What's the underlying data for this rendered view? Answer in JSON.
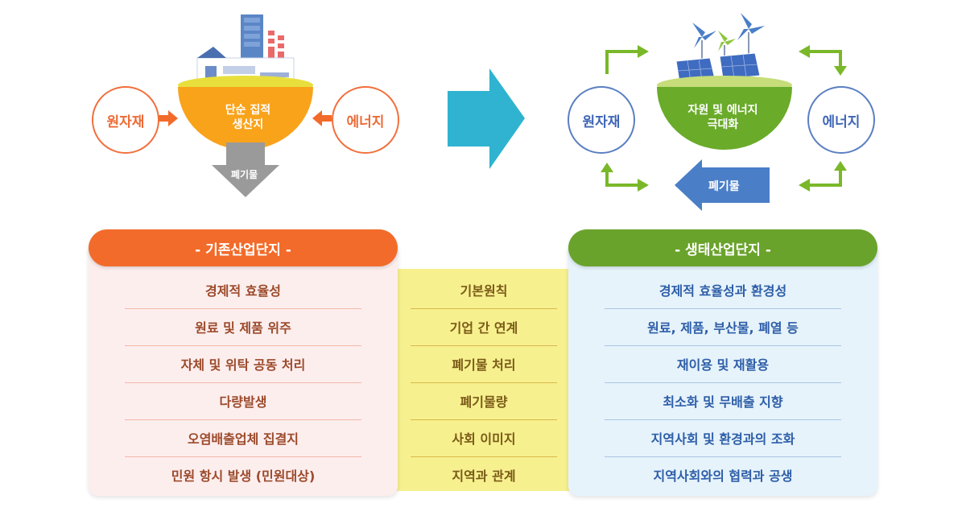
{
  "left_diagram": {
    "raw_material": "원자재",
    "energy": "에너지",
    "bowl_label_line1": "단순 집적",
    "bowl_label_line2": "생산지",
    "waste": "폐기물"
  },
  "right_diagram": {
    "raw_material": "원자재",
    "energy": "에너지",
    "bowl_label_line1": "자원 및 에너지",
    "bowl_label_line2": "극대화",
    "waste": "폐기물"
  },
  "left_panel": {
    "title": "- 기존산업단지 -",
    "rows": [
      "경제적 효율성",
      "원료 및 제품 위주",
      "자체 및 위탁 공동 처리",
      "다량발생",
      "오염배출업체 집결지",
      "민원 항시 발생 (민원대상)"
    ]
  },
  "middle_panel": {
    "rows": [
      "기본원칙",
      "기업 간 연계",
      "폐기물 처리",
      "폐기물량",
      "사회 이미지",
      "지역과 관계"
    ]
  },
  "right_panel": {
    "title": "- 생태산업단지 -",
    "rows": [
      "경제적 효율성과 환경성",
      "원료, 제품, 부산물, 폐열 등",
      "재이용 및 재활용",
      "최소화 및 무배출 지향",
      "지역사회 및 환경과의 조화",
      "지역사회와의 협력과 공생"
    ]
  },
  "colors": {
    "orange": "#f26b2a",
    "green": "#6aa32b",
    "blue_arrow": "#4a7ec7",
    "teal_arrow": "#2fb3d0",
    "left_body": "#fdeeee",
    "middle_body": "#f7f08f",
    "right_body": "#e6f3fb"
  }
}
